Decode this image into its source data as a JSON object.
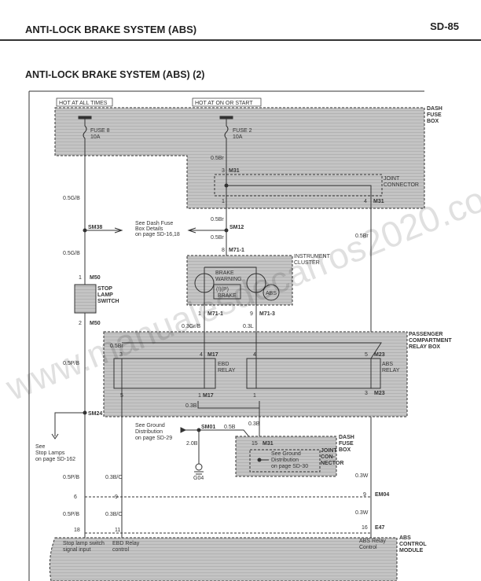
{
  "header": {
    "title": "ANTI-LOCK BRAKE SYSTEM (ABS)",
    "page": "SD-85"
  },
  "subtitle": "ANTI-LOCK BRAKE SYSTEM (ABS) (2)",
  "watermark": "www.manualesdecarros2020.com",
  "colors": {
    "shade": "#bdbdbd",
    "line": "#333333"
  },
  "power": {
    "always": "HOT AT ALL TIMES",
    "on_start": "HOT AT ON OR START"
  },
  "fuses": [
    {
      "name": "FUSE 8",
      "rating": "10A"
    },
    {
      "name": "FUSE 2",
      "rating": "10A"
    }
  ],
  "components": {
    "dash_fuse_box": [
      "DASH",
      "FUSE",
      "BOX"
    ],
    "joint_connector": [
      "JOINT",
      "CONNECTOR"
    ],
    "instrument_cluster": [
      "INSTRUMENT",
      "CLUSTER"
    ],
    "brake_warning": [
      "BRAKE",
      "WARNING"
    ],
    "brake_lamp": "BRAKE",
    "brake_symbol": "(!)(P)",
    "abs_lamp": "ABS",
    "stop_lamp_switch": [
      "STOP",
      "LAMP",
      "SWITCH"
    ],
    "relay_box": [
      "PASSENGER",
      "COMPARTMENT",
      "RELAY BOX"
    ],
    "ebd_relay": [
      "EBD",
      "RELAY"
    ],
    "abs_relay": [
      "ABS",
      "RELAY"
    ],
    "joint_connector2": [
      "JOINT",
      "CON-",
      "NECTOR"
    ],
    "abs_module": [
      "ABS",
      "CONTROL",
      "MODULE"
    ]
  },
  "connectors": {
    "M31": "M31",
    "M71_1": "M71-1",
    "M71_3": "M71-3",
    "M50": "M50",
    "M17": "M17",
    "M23": "M23",
    "EM04": "EM04",
    "E47": "E47",
    "SM38": "SM38",
    "SM12": "SM12",
    "SM24": "SM24",
    "SM01": "SM01",
    "G04": "G04"
  },
  "pins": {
    "p3": "3",
    "p1": "1",
    "p4": "4",
    "p8": "8",
    "p9": "9",
    "p2": "2",
    "p5": "5",
    "p15": "15",
    "p6": "6",
    "p18": "18",
    "p11": "11",
    "p16": "16"
  },
  "wires": {
    "g_b": "0.5G/B",
    "br": "0.5Br",
    "gr_b": "0.3Gr/B",
    "l": "0.3L",
    "p_b": "0.5P/B",
    "b03": "0.3B",
    "b05": "0.5B",
    "b20": "2.0B",
    "b_o": "0.3B/O",
    "w": "0.3W"
  },
  "references": {
    "dash_fuse": [
      "See Dash Fuse",
      "Box Details",
      "on page SD-16,18"
    ],
    "stop_lamps": [
      "See",
      "Stop Lamps",
      "on page SD-162"
    ],
    "ground29": [
      "See Ground",
      "Distribution",
      "on page SD-29"
    ],
    "ground30": [
      "See Ground",
      "Distribution",
      "on page SD-30"
    ]
  },
  "module_pins": {
    "stop": [
      "Stop lamp switch",
      "signal input"
    ],
    "ebd": [
      "EBD Relay",
      "control"
    ],
    "abs": [
      "ABS Relay",
      "Control"
    ]
  }
}
